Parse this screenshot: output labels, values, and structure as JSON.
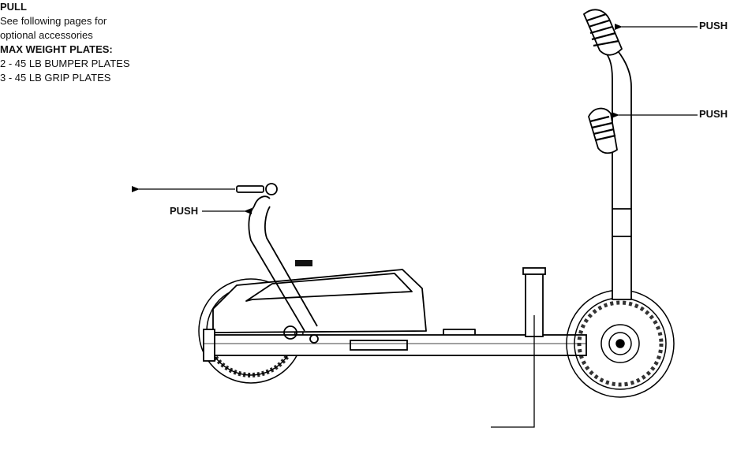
{
  "labels": {
    "push_handle_top": "PUSH",
    "push_handle_mid": "PUSH",
    "push_front": "PUSH",
    "pull_title": "PULL",
    "pull_note_line1": "See following pages for",
    "pull_note_line2": "optional accessories",
    "weight_title": "MAX WEIGHT PLATES:",
    "weight_line1": "2 - 45 LB BUMPER PLATES",
    "weight_line2": "3 - 45 LB GRIP PLATES"
  }
}
